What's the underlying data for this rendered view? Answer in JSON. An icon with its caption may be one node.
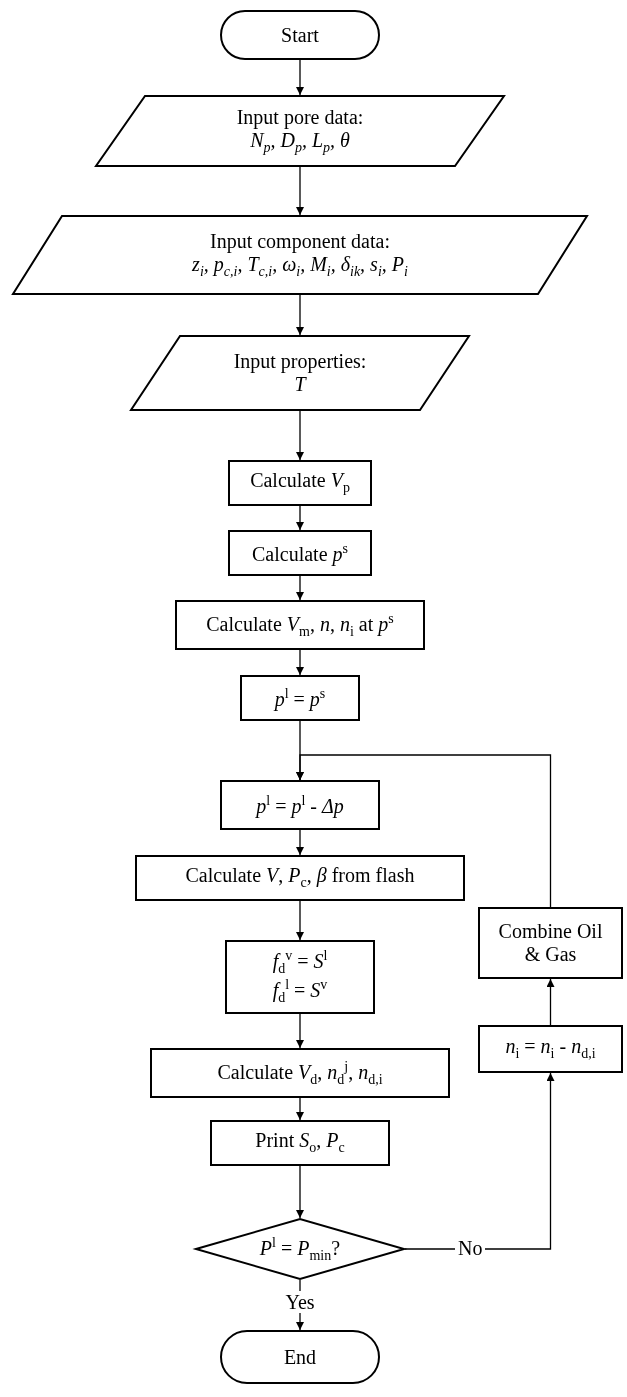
{
  "diagram": {
    "nodes": [
      {
        "text": [
          "Start"
        ]
      },
      {
        "text": [
          "Input pore data:",
          "N$_{p}$, D$_{p}$, L$_{p}$, θ"
        ]
      },
      {
        "text": [
          "Input component data:",
          "z$_{i}$, p$_{c,i}$, T$_{c,i}$, ω$_{i}$, M$_{i}$, δ$_{ik}$, s$_{i}$, P$_{i}$"
        ]
      },
      {
        "text": [
          "Input properties:",
          "T"
        ]
      },
      {
        "text": [
          "Calculate *V*$_{p}$"
        ]
      },
      {
        "text": [
          "Calculate *p*$^{s}$"
        ]
      },
      {
        "text": [
          "Calculate *V*$_{m}$, *n*, *n*$_{i}$ at *p*$^{s}$"
        ]
      },
      {
        "text": [
          "*p*$^{l}$ = *p*$^{s}$"
        ]
      },
      {
        "text": [
          "*p*$^{l}$ = *p*$^{l}$ - *Δp*"
        ]
      },
      {
        "text": [
          "Calculate *V*, *P*$_{c}$, *β* from flash"
        ]
      },
      {
        "text": [
          "*f*$_{d}$$^{v}$ = *S*$^{l}$",
          "*f*$_{d}$$^{l}$ = *S*$^{v}$"
        ]
      },
      {
        "text": [
          "Calculate *V*$_{d}$, *n*$_{d}$$^{j}$, *n*$_{d,i}$"
        ]
      },
      {
        "text": [
          "Print *S*$_{o}$, *P*$_{c}$"
        ]
      },
      {
        "text": [
          "*P*$^{l}$ = *P*$_{min}$?"
        ]
      },
      {
        "text": [
          "End"
        ]
      },
      {
        "text": [
          "*n*$_{i}$ = *n*$_{i}$ - *n*$_{d,i}$"
        ]
      },
      {
        "text": [
          "Combine Oil & Gas"
        ]
      }
    ],
    "edges": [
      {
        "from": 0,
        "to": 1,
        "arrow": "to"
      },
      {
        "from": 1,
        "to": 2,
        "arrow": "to"
      },
      {
        "from": 2,
        "to": 3,
        "arrow": "to"
      },
      {
        "from": 3,
        "to": 4,
        "arrow": "to"
      },
      {
        "from": 4,
        "to": 5,
        "arrow": "to"
      },
      {
        "from": 5,
        "to": 6,
        "arrow": "to"
      },
      {
        "from": 6,
        "to": 7,
        "arrow": "to"
      },
      {
        "from": 7,
        "to": 8,
        "arrow": "to"
      },
      {
        "from": 8,
        "to": 9,
        "arrow": "to"
      },
      {
        "from": 9,
        "to": 10,
        "arrow": "to"
      },
      {
        "from": 10,
        "to": 11,
        "arrow": "to"
      },
      {
        "from": 11,
        "to": 12,
        "arrow": "to"
      },
      {
        "from": 12,
        "to": 13,
        "arrow": "to"
      },
      {
        "from": 13,
        "to": 14,
        "arrow": "to",
        "label": "Yes"
      },
      {
        "from": 13,
        "to": 15,
        "arrow": "to",
        "label": "No"
      },
      {
        "from": 15,
        "to": 16,
        "arrow": "to"
      },
      {
        "from": 16,
        "to": 8,
        "arrow": "to"
      }
    ]
  }
}
